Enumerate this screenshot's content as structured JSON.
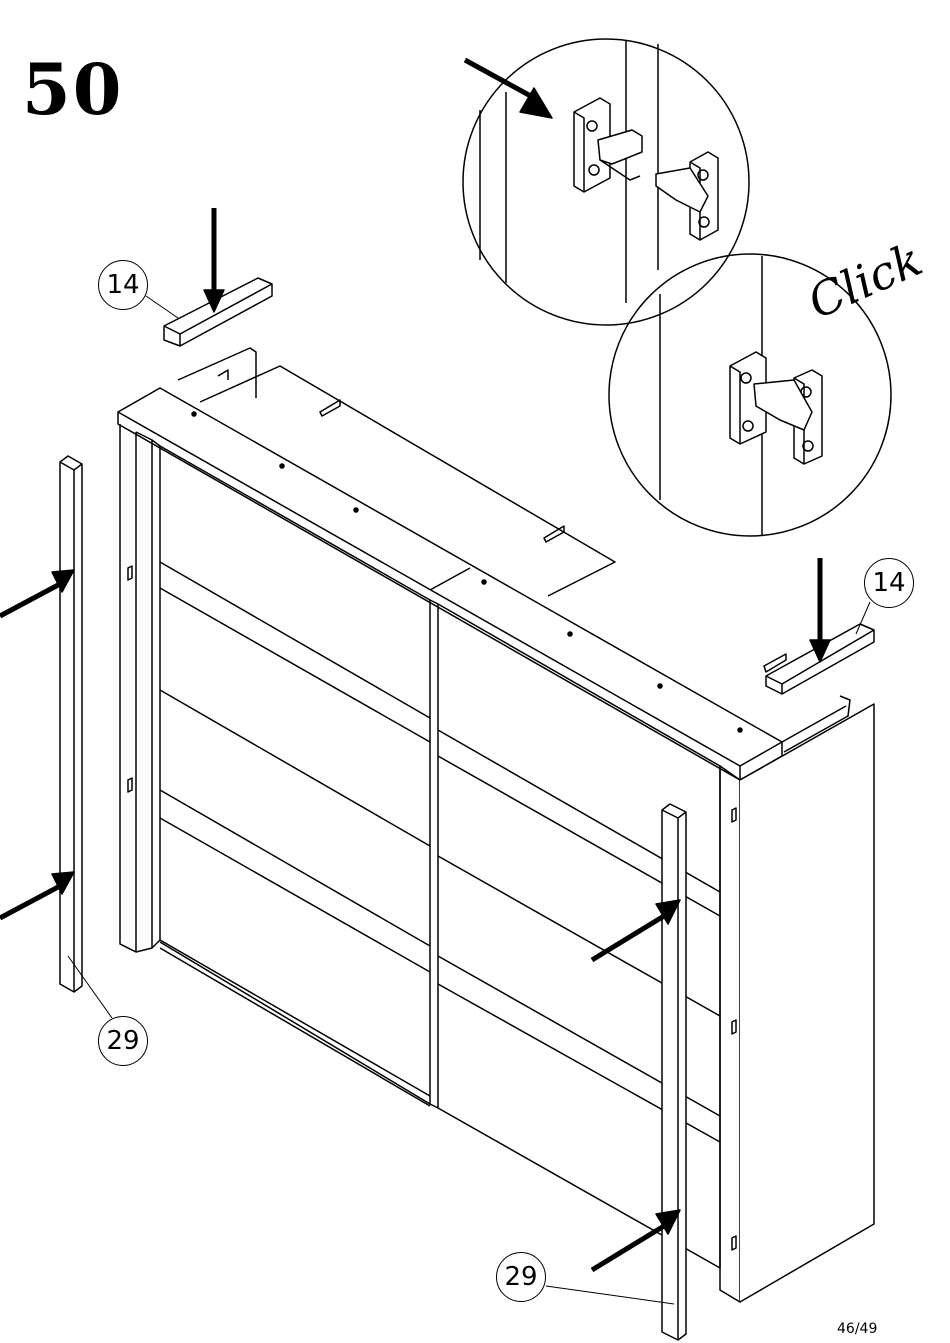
{
  "step_number": "50",
  "click_label": "Click",
  "page_number": "46/49",
  "callouts": {
    "shelf_left": "14",
    "shelf_right": "14",
    "post_left": "29",
    "post_right": "29"
  }
}
